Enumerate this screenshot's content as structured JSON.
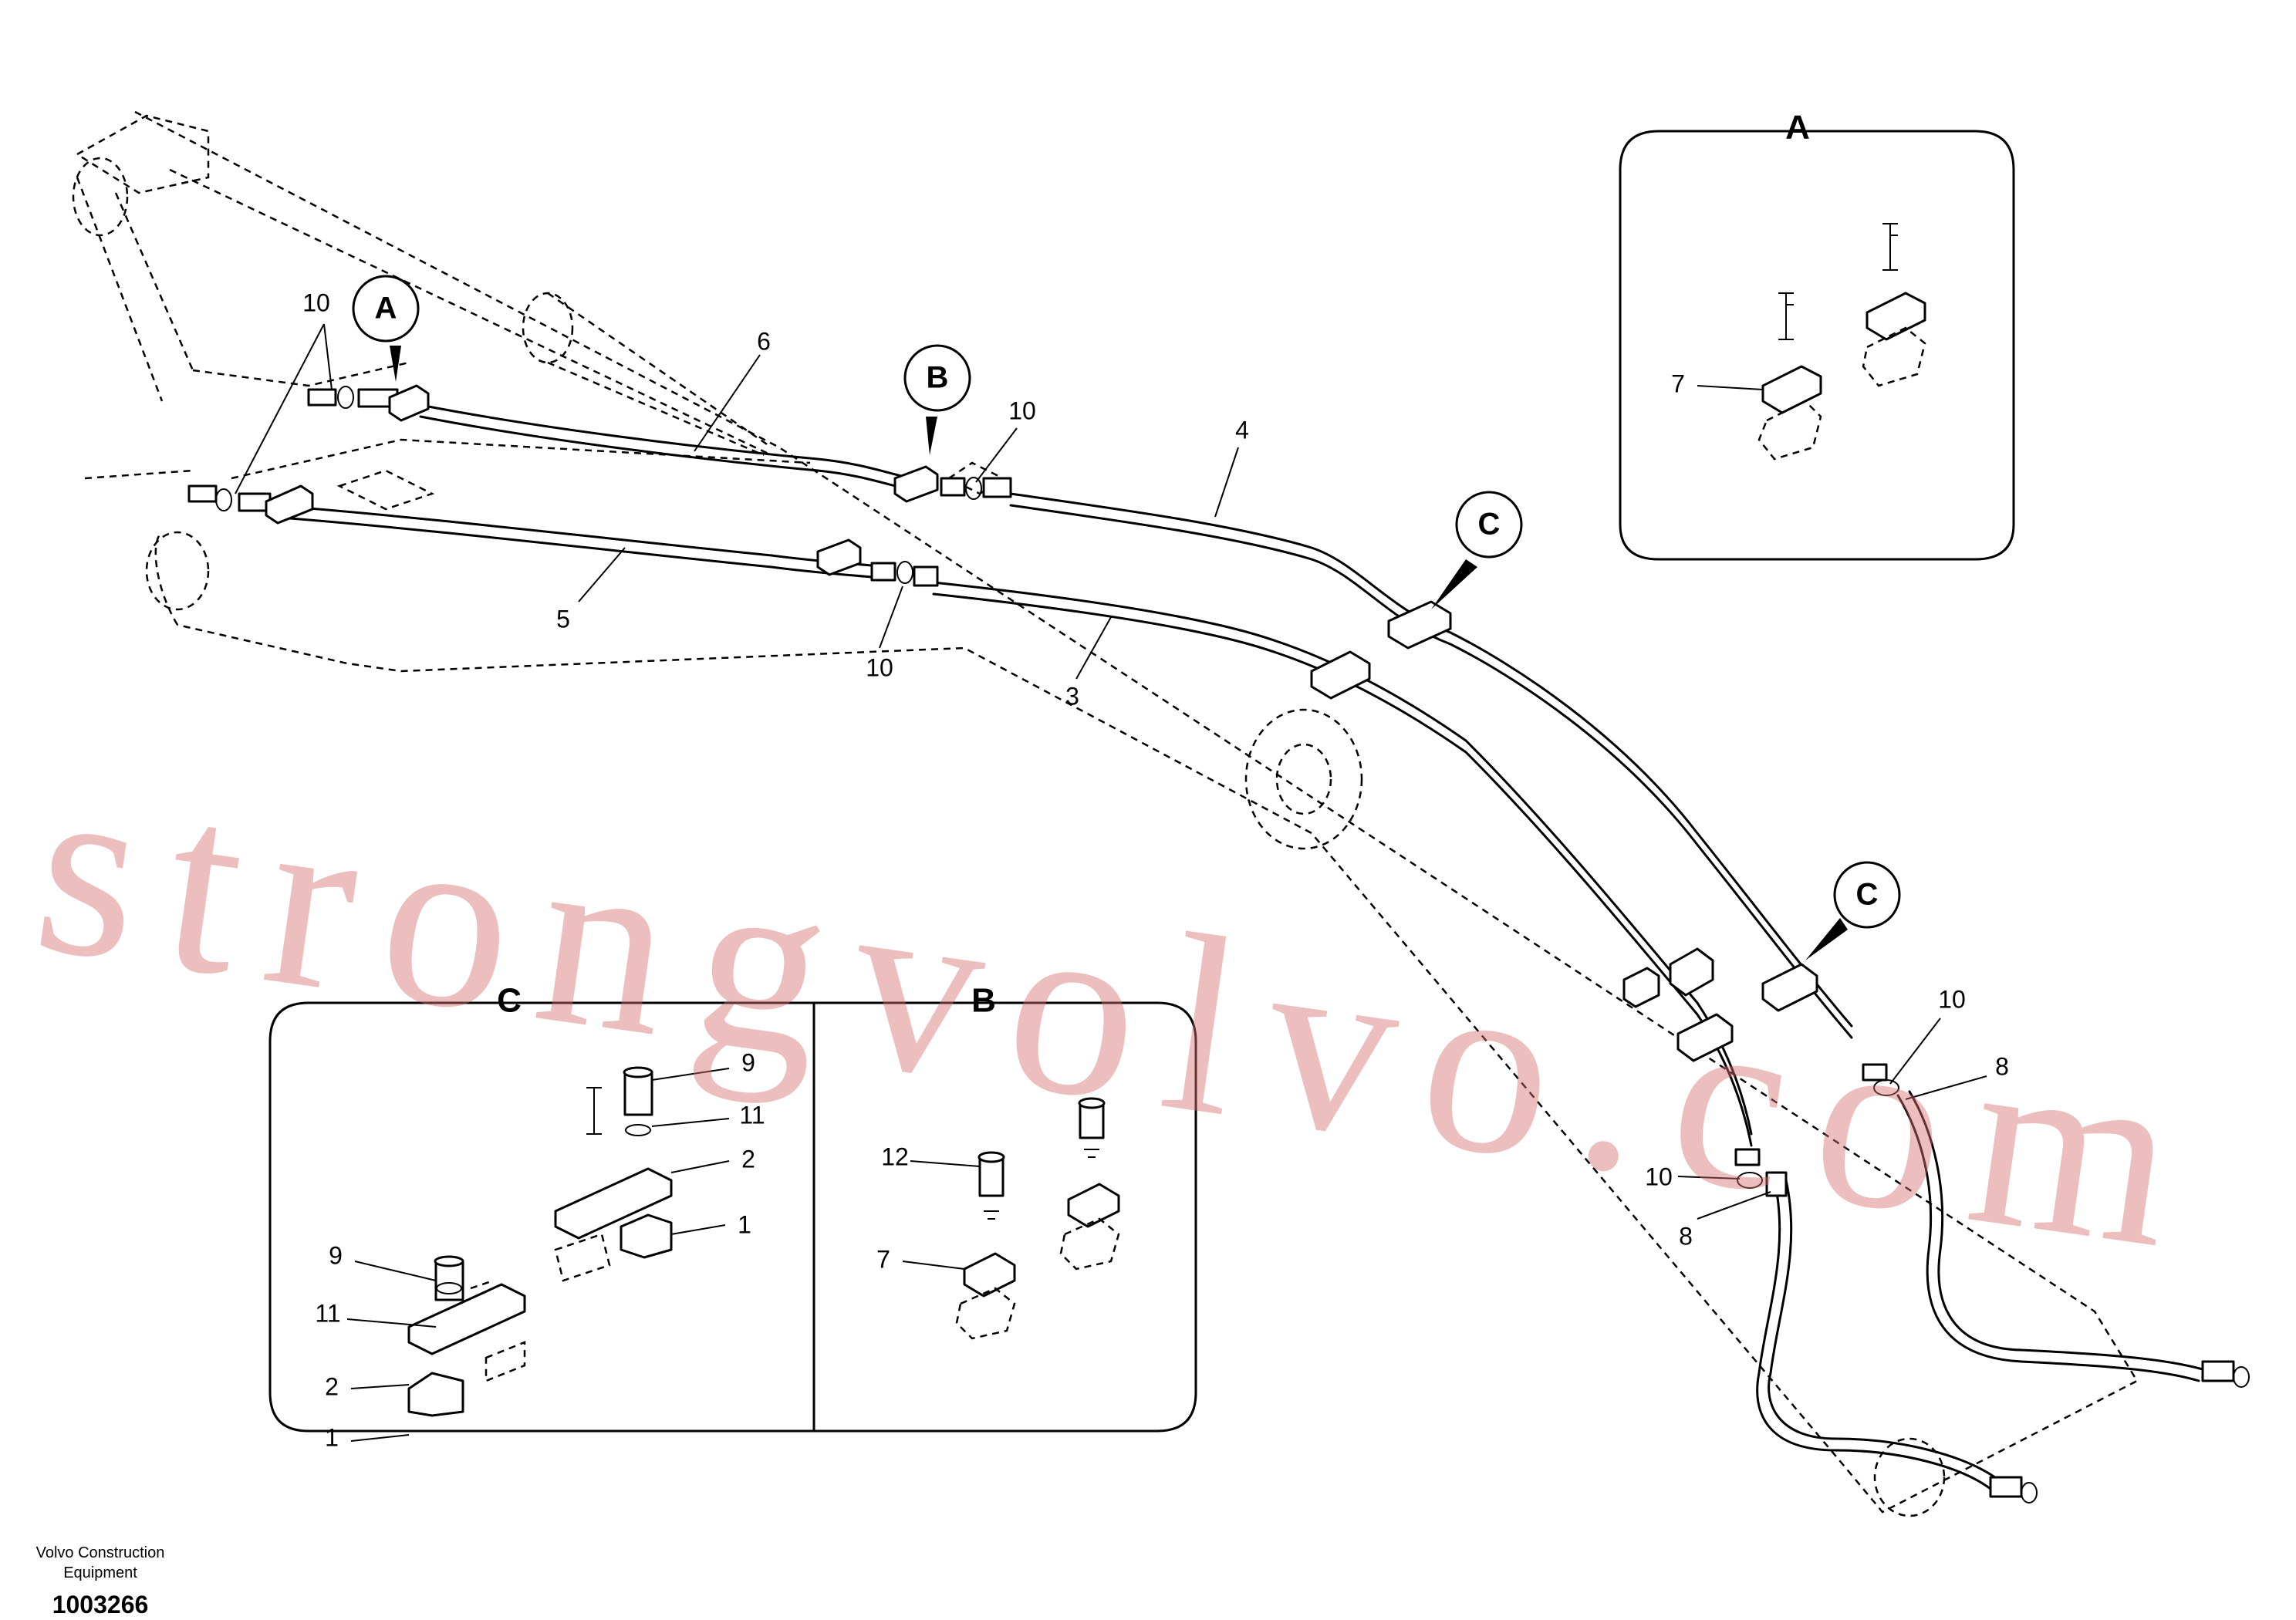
{
  "diagram": {
    "callouts": [
      {
        "id": "c-10-top-left",
        "text": "10"
      },
      {
        "id": "c-6",
        "text": "6"
      },
      {
        "id": "c-10-b",
        "text": "10"
      },
      {
        "id": "c-4",
        "text": "4"
      },
      {
        "id": "c-5",
        "text": "5"
      },
      {
        "id": "c-10-mid",
        "text": "10"
      },
      {
        "id": "c-3",
        "text": "3"
      },
      {
        "id": "c-10-right",
        "text": "10"
      },
      {
        "id": "c-8-right",
        "text": "8"
      },
      {
        "id": "c-10-lower",
        "text": "10"
      },
      {
        "id": "c-8-lower",
        "text": "8"
      }
    ],
    "view_markers": [
      {
        "id": "marker-a",
        "text": "A"
      },
      {
        "id": "marker-b",
        "text": "B"
      },
      {
        "id": "marker-c-top",
        "text": "C"
      },
      {
        "id": "marker-c-right",
        "text": "C"
      }
    ],
    "details": {
      "a": {
        "label": "A",
        "callouts": [
          "7"
        ]
      },
      "c": {
        "label": "C",
        "callouts": [
          "9",
          "11",
          "2",
          "1",
          "9",
          "11",
          "2",
          "1"
        ]
      },
      "b": {
        "label": "B",
        "callouts": [
          "12",
          "7"
        ]
      }
    }
  },
  "watermark": "strongvolvo.com",
  "footer": {
    "company_line1": "Volvo Construction",
    "company_line2": "Equipment",
    "document_number": "1003266"
  }
}
